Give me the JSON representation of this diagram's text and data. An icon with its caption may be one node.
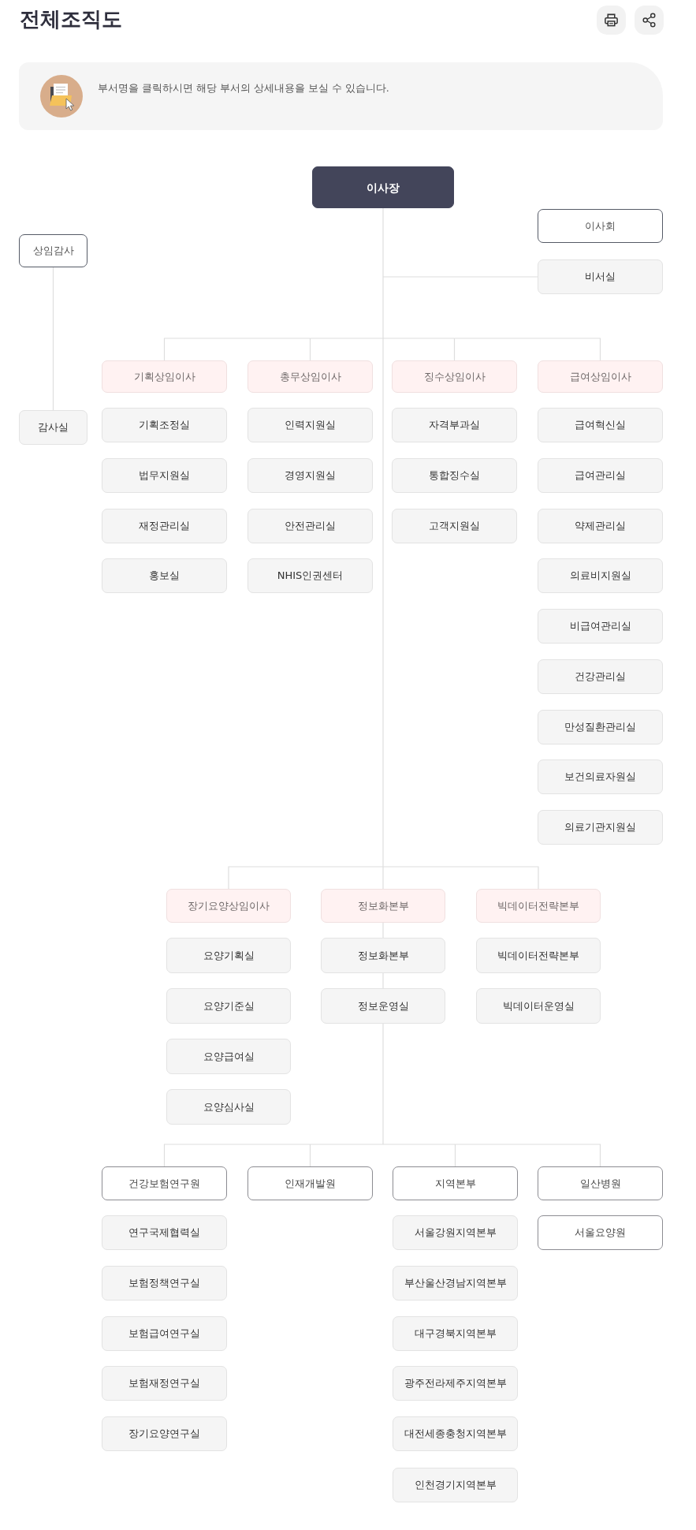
{
  "diagram": {
    "title": "전체조직도",
    "nodes": [
      {
        "text": [
          "이사장"
        ]
      },
      {
        "text": [
          "이사회"
        ]
      },
      {
        "text": [
          "상임감사"
        ]
      },
      {
        "text": [
          "비서실"
        ]
      },
      {
        "text": [
          "기획상임이사"
        ]
      },
      {
        "text": [
          "총무상임이사"
        ]
      },
      {
        "text": [
          "징수상임이사"
        ]
      },
      {
        "text": [
          "급여상임이사"
        ]
      },
      {
        "text": [
          "감사실"
        ]
      },
      {
        "text": [
          "기획조정실"
        ]
      },
      {
        "text": [
          "인력지원실"
        ]
      },
      {
        "text": [
          "자격부과실"
        ]
      },
      {
        "text": [
          "급여혁신실"
        ]
      },
      {
        "text": [
          "법무지원실"
        ]
      },
      {
        "text": [
          "경영지원실"
        ]
      },
      {
        "text": [
          "통합징수실"
        ]
      },
      {
        "text": [
          "급여관리실"
        ]
      },
      {
        "text": [
          "재정관리실"
        ]
      },
      {
        "text": [
          "안전관리실"
        ]
      },
      {
        "text": [
          "고객지원실"
        ]
      },
      {
        "text": [
          "약제관리실"
        ]
      },
      {
        "text": [
          "홍보실"
        ]
      },
      {
        "text": [
          "NHIS인권센터"
        ]
      },
      {
        "text": [
          "의료비지원실"
        ]
      },
      {
        "text": [
          "비급여관리실"
        ]
      },
      {
        "text": [
          "건강관리실"
        ]
      },
      {
        "text": [
          "만성질환관리실"
        ]
      },
      {
        "text": [
          "보건의료자원실"
        ]
      },
      {
        "text": [
          "의료기관지원실"
        ]
      },
      {
        "text": [
          "장기요양상임이사"
        ]
      },
      {
        "text": [
          "정보화본부"
        ]
      },
      {
        "text": [
          "빅데이터전략본부"
        ]
      },
      {
        "text": [
          "요양기획실"
        ]
      },
      {
        "text": [
          "정보화본부"
        ]
      },
      {
        "text": [
          "빅데이터전략본부"
        ]
      },
      {
        "text": [
          "요양기준실"
        ]
      },
      {
        "text": [
          "정보운영실"
        ]
      },
      {
        "text": [
          "빅데이터운영실"
        ]
      },
      {
        "text": [
          "요양급여실"
        ]
      },
      {
        "text": [
          "요양심사실"
        ]
      },
      {
        "text": [
          "건강보험연구원"
        ]
      },
      {
        "text": [
          "인재개발원"
        ]
      },
      {
        "text": [
          "지역본부"
        ]
      },
      {
        "text": [
          "일산병원"
        ]
      },
      {
        "text": [
          "연구국제협력실"
        ]
      },
      {
        "text": [
          "서울강원지역본부"
        ]
      },
      {
        "text": [
          "서울요양원"
        ]
      },
      {
        "text": [
          "보험정책연구실"
        ]
      },
      {
        "text": [
          "부산울산경남지역본부"
        ]
      },
      {
        "text": [
          "보험급여연구실"
        ]
      },
      {
        "text": [
          "대구경북지역본부"
        ]
      },
      {
        "text": [
          "보험재정연구실"
        ]
      },
      {
        "text": [
          "광주전라제주지역본부"
        ]
      },
      {
        "text": [
          "장기요양연구실"
        ]
      },
      {
        "text": [
          "대전세종충청지역본부"
        ]
      },
      {
        "text": [
          "인천경기지역본부"
        ]
      }
    ],
    "edges": [
      {
        "from": 0,
        "to": 3,
        "arrow": "none"
      },
      {
        "from": 0,
        "to": 4,
        "arrow": "none"
      },
      {
        "from": 0,
        "to": 5,
        "arrow": "none"
      },
      {
        "from": 0,
        "to": 6,
        "arrow": "none"
      },
      {
        "from": 0,
        "to": 7,
        "arrow": "none"
      },
      {
        "from": 2,
        "to": 8,
        "arrow": "none"
      },
      {
        "from": 0,
        "to": 29,
        "arrow": "none"
      },
      {
        "from": 0,
        "to": 30,
        "arrow": "none"
      },
      {
        "from": 0,
        "to": 31,
        "arrow": "none"
      },
      {
        "from": 30,
        "to": 33,
        "arrow": "none"
      },
      {
        "from": 33,
        "to": 36,
        "arrow": "none"
      },
      {
        "from": 36,
        "to": 40,
        "arrow": "none"
      },
      {
        "from": 36,
        "to": 41,
        "arrow": "none"
      },
      {
        "from": 36,
        "to": 42,
        "arrow": "none"
      },
      {
        "from": 36,
        "to": 43,
        "arrow": "none"
      }
    ],
    "labels": [
      "부서명을 클릭하시면 해당 부서의 상세내용을 보실 수 있습니다."
    ]
  }
}
